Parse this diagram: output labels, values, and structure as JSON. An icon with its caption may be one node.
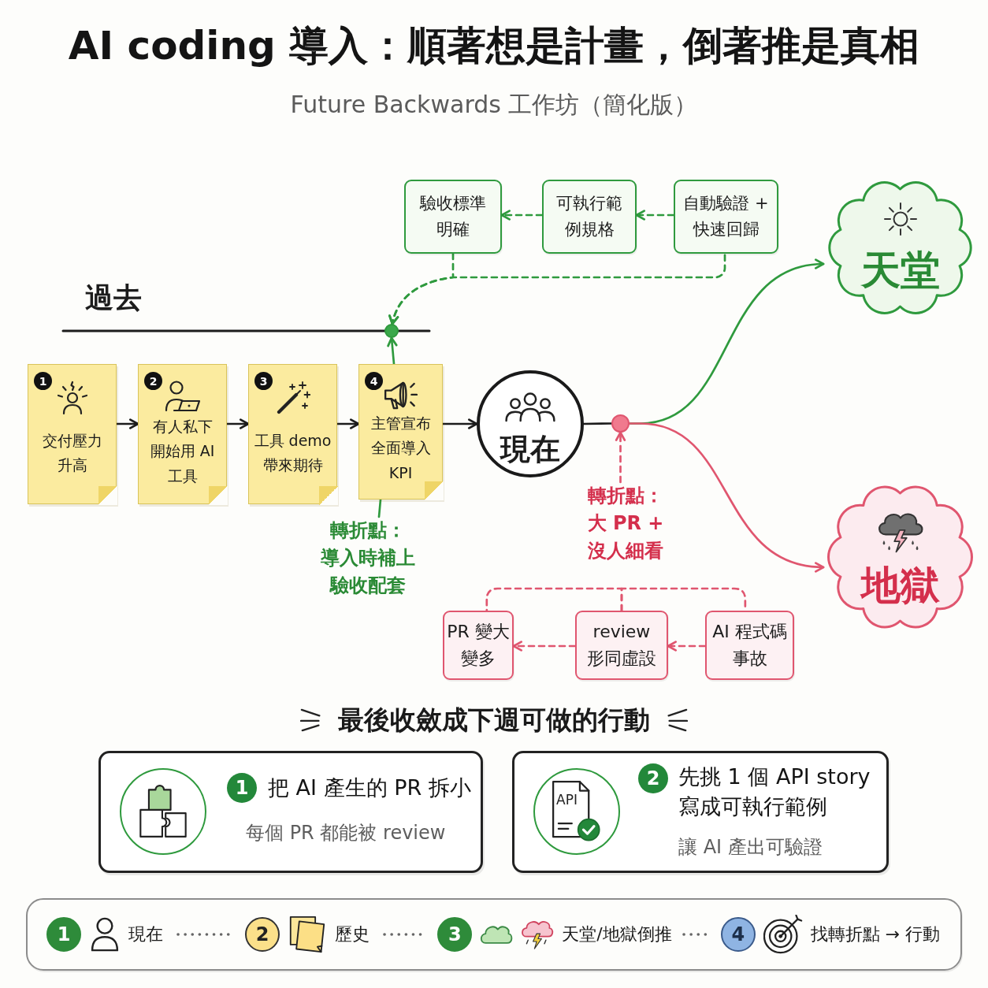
{
  "diagram": {
    "title": "AI coding 導入：順著想是計畫，倒著推是真相",
    "nodes": [
      {
        "text": [
          "驗收標準明確"
        ]
      },
      {
        "text": [
          "可執行範例規格"
        ]
      },
      {
        "text": [
          "自動驗證 +快速回歸"
        ]
      },
      {
        "text": [
          "天堂"
        ]
      },
      {
        "text": [],
        "shape": "circle"
      },
      {
        "text": [
          "1",
          "交付壓力升高"
        ]
      },
      {
        "text": [
          "2",
          "有人私下開始用 AI工具"
        ]
      },
      {
        "text": [
          "3",
          "工具 demo帶來期待"
        ]
      },
      {
        "text": [
          "4",
          "主管宣布全面導入KPI"
        ]
      },
      {
        "text": [
          "現在"
        ]
      },
      {
        "text": [],
        "shape": "circle"
      },
      {
        "text": [
          "轉折點：",
          "導入時補上驗收配套"
        ]
      },
      {
        "text": [
          "轉折點：",
          "大 PR +沒人細看"
        ]
      },
      {
        "text": [
          "地獄"
        ]
      },
      {
        "text": [
          "PR 變大變多"
        ]
      },
      {
        "text": [
          "review形同虛設"
        ]
      },
      {
        "text": [
          "AI 程式碼事故"
        ]
      },
      {
        "text": [
          "1",
          "把 AI 產生的 PR 拆小",
          "每個 PR 都能被 review"
        ]
      },
      {
        "text": [
          "API",
          "2",
          "先挑 1 個 API story寫成可執行範例",
          "讓 AI 產出可驗證"
        ]
      },
      {
        "text": [],
        "shape": "box"
      },
      {
        "text": [
          "1",
          "現在"
        ],
        "in": 19
      },
      {
        "text": [
          "2",
          "歷史"
        ],
        "in": 19
      },
      {
        "text": [
          "3",
          "天堂/地獄倒推"
        ],
        "in": 19
      },
      {
        "text": [
          "4",
          "找轉折點 → 行動"
        ],
        "in": 19
      }
    ],
    "edges": [
      {
        "from": 2,
        "to": 1,
        "arrow": "to",
        "style": "dashed",
        "color": "#2f9a3e"
      },
      {
        "from": 1,
        "to": 0,
        "arrow": "to",
        "style": "dashed",
        "color": "#2f9a3e"
      },
      {
        "from": 0,
        "to": 4,
        "arrow": "to",
        "style": "dashed",
        "color": "#2f9a3e"
      },
      {
        "from": 2,
        "to": 4,
        "arrow": "to",
        "style": "dashed",
        "color": "#2f9a3e"
      },
      {
        "from": 5,
        "to": 6,
        "arrow": "to",
        "color": "#1c1c1c"
      },
      {
        "from": 6,
        "to": 7,
        "arrow": "to",
        "color": "#1c1c1c"
      },
      {
        "from": 7,
        "to": 8,
        "arrow": "to",
        "color": "#1c1c1c"
      },
      {
        "from": 8,
        "to": 9,
        "arrow": "to",
        "color": "#1c1c1c"
      },
      {
        "from": 8,
        "to": 4,
        "arrow": "to",
        "color": "#2f9a3e"
      },
      {
        "from": 11,
        "to": 8,
        "arrow": "none",
        "color": "#2f9a3e"
      },
      {
        "from": 9,
        "to": 10,
        "arrow": "none",
        "color": "#1c1c1c"
      },
      {
        "from": 10,
        "to": 3,
        "arrow": "to",
        "color": "#2f9a3e"
      },
      {
        "from": 10,
        "to": 13,
        "arrow": "to",
        "color": "#e0566f"
      },
      {
        "from": 12,
        "to": 10,
        "arrow": "to",
        "style": "dashed",
        "color": "#e0566f"
      },
      {
        "from": 16,
        "to": 15,
        "arrow": "to",
        "style": "dashed",
        "color": "#e0566f"
      },
      {
        "from": 15,
        "to": 14,
        "arrow": "to",
        "style": "dashed",
        "color": "#e0566f"
      },
      {
        "from": 15,
        "to": 14,
        "arrow": "none",
        "style": "dashed",
        "color": "#e0566f"
      },
      {
        "from": 15,
        "to": 16,
        "arrow": "none",
        "style": "dashed",
        "color": "#e0566f"
      },
      {
        "from": 20,
        "to": 21,
        "arrow": "none",
        "style": "dashed",
        "color": "#666666"
      },
      {
        "from": 21,
        "to": 22,
        "arrow": "none",
        "style": "dashed",
        "color": "#666666"
      },
      {
        "from": 22,
        "to": 23,
        "arrow": "none",
        "style": "dashed",
        "color": "#666666"
      }
    ],
    "labels": [
      "Future Backwards 工作坊（簡化版）",
      "過去",
      "最後收斂成下週可做的行動"
    ]
  }
}
